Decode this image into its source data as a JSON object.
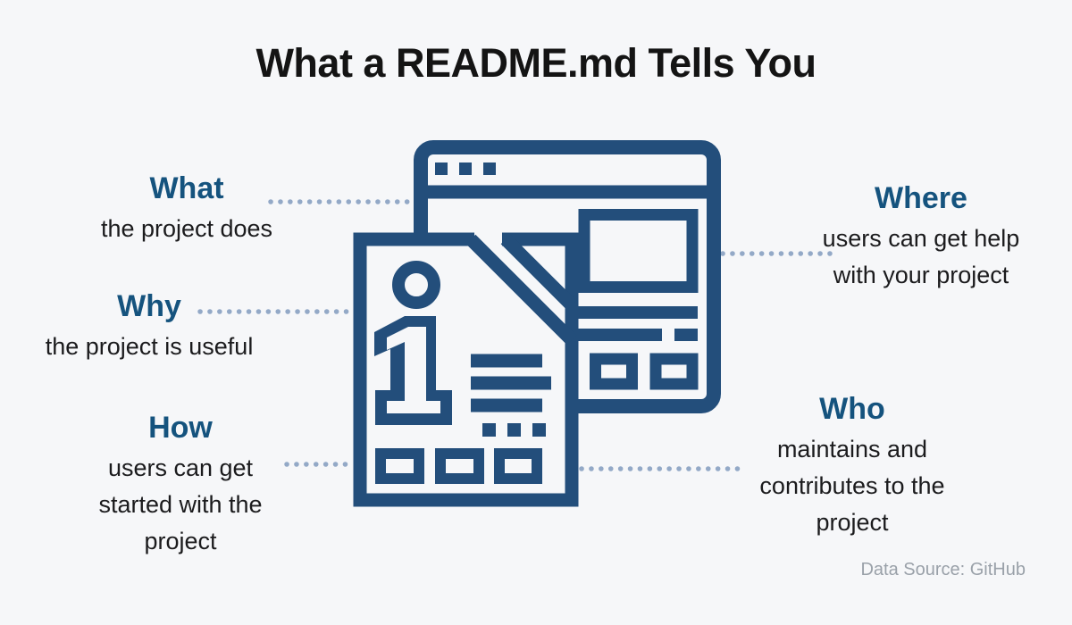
{
  "title": "What a README.md Tells You",
  "source_note": "Data Source: GitHub",
  "colors": {
    "background": "#f6f7f9",
    "icon_blue": "#234e7b",
    "heading_blue": "#15537e",
    "text_color": "#1b1b1d",
    "connector_color": "#93a9c7",
    "source_color": "#9aa1a9"
  },
  "icons": {
    "main_graphic": "readme-document-over-browser-window-icon"
  },
  "labels": [
    {
      "id": "what",
      "heading": "What",
      "lines": [
        "the project does"
      ]
    },
    {
      "id": "why",
      "heading": "Why",
      "lines": [
        "the project is useful"
      ]
    },
    {
      "id": "how",
      "heading": "How",
      "lines": [
        "users can get",
        "started with the",
        "project"
      ]
    },
    {
      "id": "where",
      "heading": "Where",
      "lines": [
        "users can get help",
        "with your project"
      ]
    },
    {
      "id": "who",
      "heading": "Who",
      "lines": [
        "maintains and",
        "contributes to the",
        "project"
      ]
    }
  ]
}
